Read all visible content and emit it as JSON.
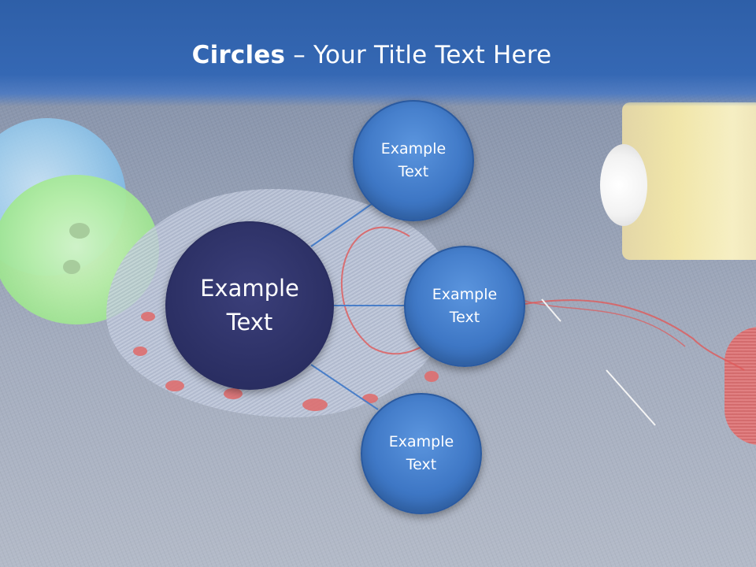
{
  "slide": {
    "title_bold": "Circles",
    "title_rest": " – Your Title Text Here"
  },
  "diagram": {
    "center": {
      "label": "Example\nText"
    },
    "branches": [
      {
        "label": "Example\nText"
      },
      {
        "label": "Example\nText"
      },
      {
        "label": "Example\nText"
      }
    ]
  },
  "colors": {
    "header": "#3568b4",
    "center_circle": "#2d3166",
    "branch_circle": "#3f78c6",
    "connector": "#4a7fc9"
  }
}
